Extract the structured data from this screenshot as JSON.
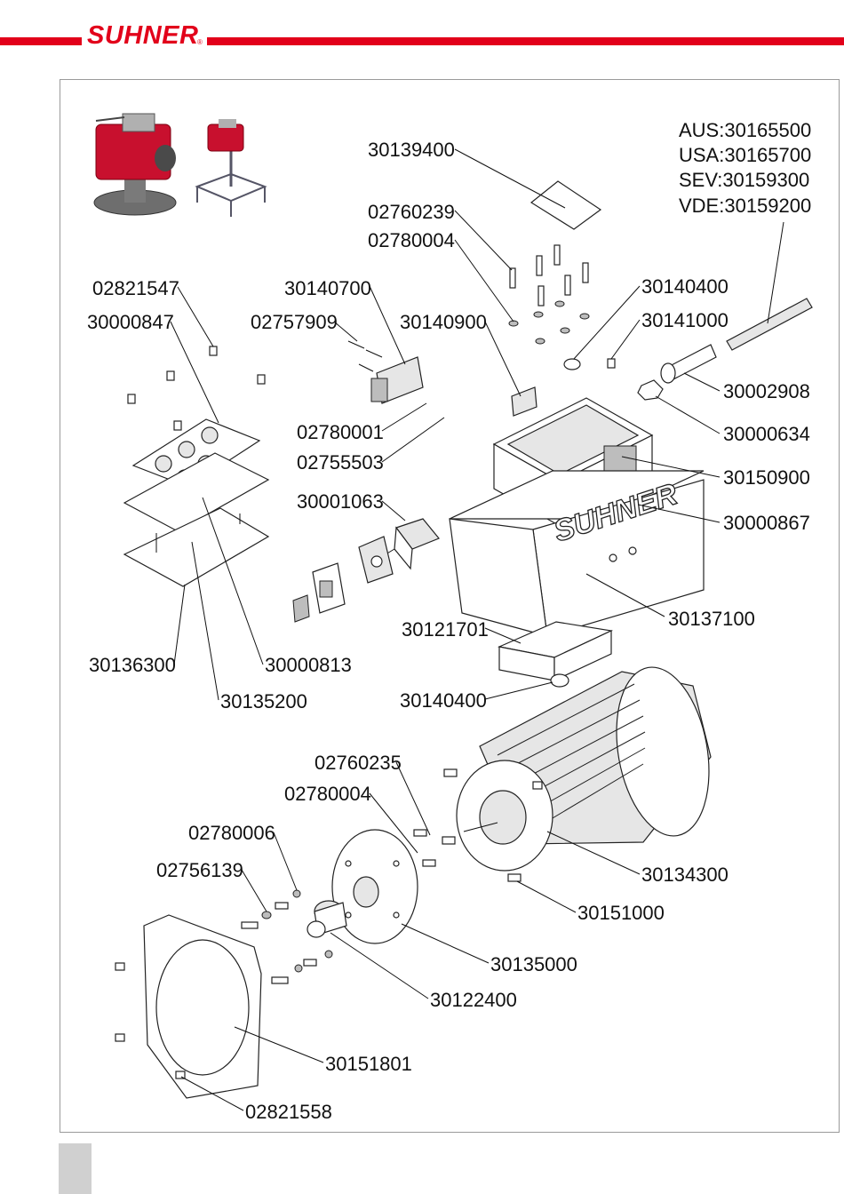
{
  "header": {
    "brand": "SUHNER",
    "registered_mark": "®",
    "colors": {
      "brand_red": "#e2001a",
      "frame_grey": "#9a9a9a",
      "tab_grey": "#d0d0d0"
    }
  },
  "variants": {
    "lines": [
      "AUS:30165500",
      "USA:30165700",
      "SEV:30159300",
      "VDE:30159200"
    ]
  },
  "parts": [
    "30139400",
    "02760239",
    "02780004",
    "02821547",
    "30140700",
    "30140400",
    "30000847",
    "02757909",
    "30140900",
    "30141000",
    "30002908",
    "30000634",
    "02780001",
    "02755503",
    "30150900",
    "30001063",
    "30000867",
    "30137100",
    "30121701",
    "30136300",
    "30000813",
    "30135200",
    "30140400",
    "02760235",
    "02780004",
    "02780006",
    "30134300",
    "02756139",
    "30151000",
    "30135000",
    "30122400",
    "30151801",
    "02821558"
  ]
}
